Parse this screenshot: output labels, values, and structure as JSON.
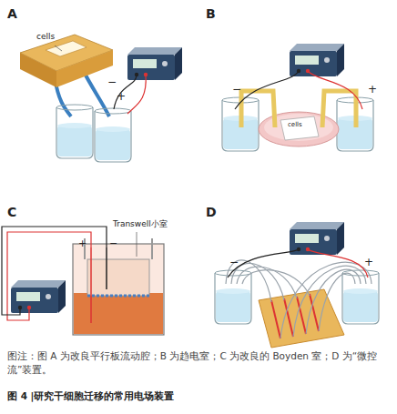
{
  "diagram": {
    "title": "图 4 |研究干细胞迁移的常用电场装置",
    "caption": "图注：图 A 为改良平行板流动腔；B 为趋电室；C 为改良的 Boyden 室；D 为“微控流”装置。",
    "labels": [
      "A",
      "cells",
      "−",
      "+",
      "B",
      "−",
      "+",
      "cells",
      "C",
      "+",
      "−",
      "Transwell小室",
      "D",
      "−",
      "+"
    ]
  }
}
